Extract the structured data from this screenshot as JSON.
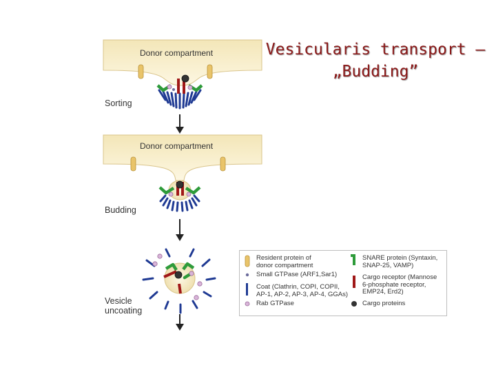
{
  "title": {
    "line1": "Vesicularis transport –",
    "line2": "„Budding”"
  },
  "figure": {
    "compartment_label_top": "Donor compartment",
    "compartment_label_mid": "Donor compartment",
    "stages": [
      {
        "label_line1": "Sorting",
        "label_line2": ""
      },
      {
        "label_line1": "Budding",
        "label_line2": ""
      },
      {
        "label_line1": "Vesicle",
        "label_line2": "uncoating"
      }
    ]
  },
  "legend": {
    "resident": {
      "line1": "Resident protein of",
      "line2": "donor compartment"
    },
    "small_gtpase": {
      "line1": "Small GTPase (ARF1,Sar1)"
    },
    "coat": {
      "line1": "Coat (Clathrin, COPI, COPII,",
      "line2": "AP-1, AP-2, AP-3, AP-4, GGAs)"
    },
    "rab": {
      "line1": "Rab GTPase"
    },
    "snare": {
      "line1": "SNARE protein (Syntaxin,",
      "line2": "SNAP-25, VAMP)"
    },
    "cargo_receptor": {
      "line1": "Cargo receptor (Mannose",
      "line2": "6-phosphate receptor,",
      "line3": "EMP24, Erd2)"
    },
    "cargo": {
      "line1": "Cargo proteins"
    }
  },
  "colors": {
    "title": "#8b1a1a",
    "membrane": "#fbf3d4",
    "resident": "#e9c46a",
    "coat": "#1f3a93",
    "snare": "#2e9b3a",
    "cargo_receptor": "#a01818",
    "rab": "#c9a0c9",
    "cargo": "#333333"
  }
}
